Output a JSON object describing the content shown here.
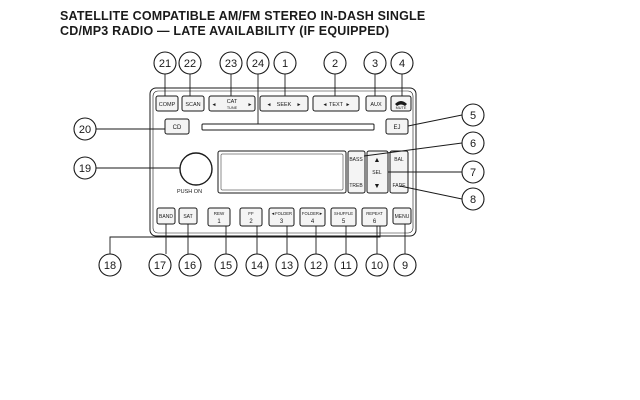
{
  "title": {
    "line1": "SATELLITE COMPATIBLE AM/FM STEREO IN-DASH SINGLE",
    "line2": "CD/MP3 RADIO — LATE AVAILABILITY (IF EQUIPPED)"
  },
  "buttons": {
    "comp": "COMP",
    "scan": "SCAN",
    "cat": "CAT",
    "tune": "TUNE",
    "seek": "SEEK",
    "text": "TEXT",
    "aux": "AUX",
    "mute": "MUTE",
    "cd": "CD",
    "ej": "EJ",
    "bass": "BASS",
    "treb": "TREB",
    "sel": "SEL",
    "bal": "BAL",
    "fade": "FADE",
    "push_on": "PUSH ON",
    "band": "BAND",
    "sat": "SAT",
    "rew": "REW",
    "rew_num": "1",
    "ff": "FF",
    "ff_num": "2",
    "folder_prev": "◄FOLDER",
    "folder_prev_num": "3",
    "folder_next": "FOLDER►",
    "folder_next_num": "4",
    "shuffle": "SHUFFLE",
    "shuffle_num": "5",
    "repeat": "REPEAT",
    "repeat_num": "6",
    "menu": "MENU"
  },
  "arrows": {
    "left": "◄",
    "right": "►",
    "up": "▲",
    "down": "▼"
  },
  "callouts": [
    "1",
    "2",
    "3",
    "4",
    "5",
    "6",
    "7",
    "8",
    "9",
    "10",
    "11",
    "12",
    "13",
    "14",
    "15",
    "16",
    "17",
    "18",
    "19",
    "20",
    "21",
    "22",
    "23",
    "24"
  ],
  "colors": {
    "ink": "#1a1a1a",
    "paper": "#ffffff",
    "panel_fill": "#ffffff",
    "button_fill": "#f4f4f4"
  }
}
